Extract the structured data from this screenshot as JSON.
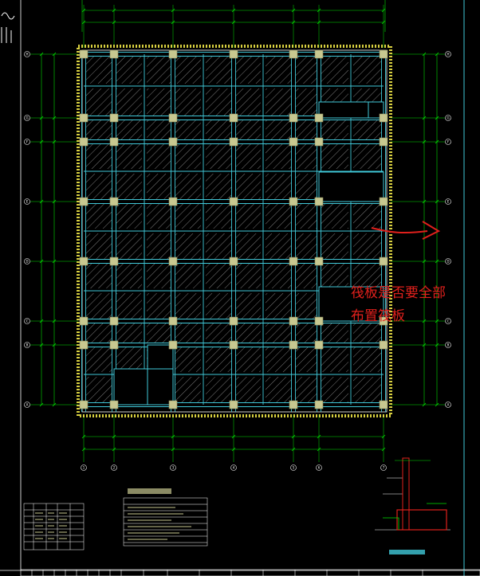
{
  "drawing": {
    "annotation_lines": [
      "筏板是否要全部",
      "布置筏板"
    ],
    "grid_columns": [
      "1",
      "2",
      "3",
      "4",
      "5",
      "6",
      "7"
    ],
    "grid_rows": [
      "H",
      "G",
      "F",
      "E",
      "D",
      "C",
      "B",
      "A"
    ]
  },
  "colors": {
    "background": "#000000",
    "grid_lines": "#00e000",
    "beams": "#40c8d8",
    "hatch": "#7a7a7a",
    "columns": "#c8c890",
    "border_dots": "#d8d040",
    "annotation": "#e0201c",
    "frame": "#ffffff"
  }
}
